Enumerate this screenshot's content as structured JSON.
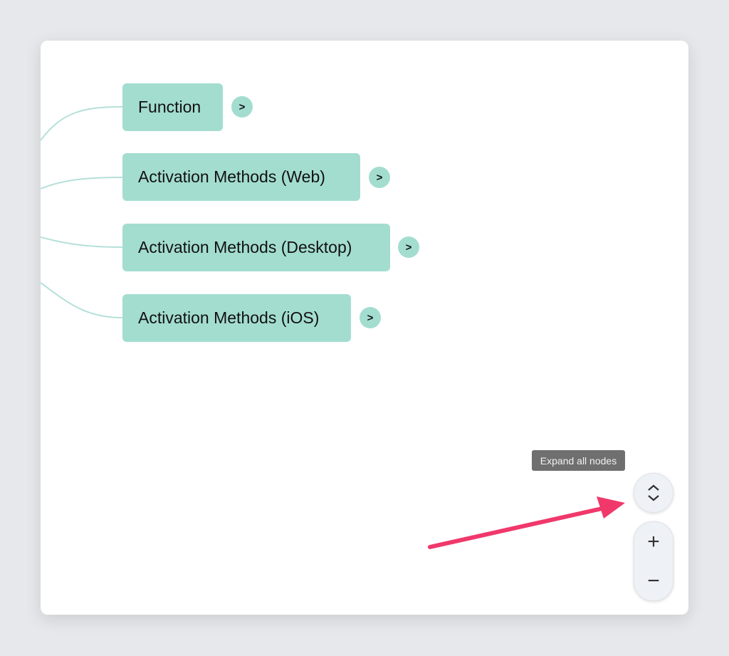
{
  "mindmap": {
    "nodes": [
      {
        "label": "Function",
        "expand": ">"
      },
      {
        "label": "Activation Methods (Web)",
        "expand": ">"
      },
      {
        "label": "Activation Methods (Desktop)",
        "expand": ">"
      },
      {
        "label": "Activation Methods (iOS)",
        "expand": ">"
      }
    ],
    "node_color": "#a3ddd0",
    "link_color": "#b5e0da"
  },
  "controls": {
    "expand_all_icon": "chevron-up-down-icon",
    "tooltip": "Expand all nodes",
    "zoom_in": "+",
    "zoom_out": "−"
  },
  "annotation": {
    "arrow_color": "#f0386b"
  }
}
